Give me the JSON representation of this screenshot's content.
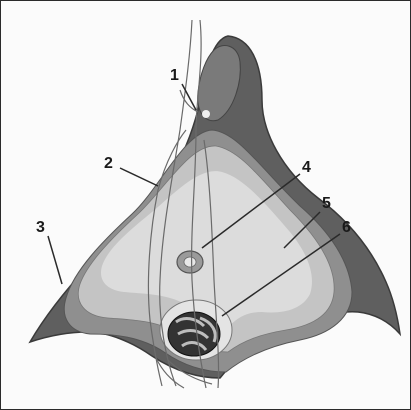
{
  "labels": {
    "l1": "1",
    "l2": "2",
    "l3": "3",
    "l4": "4",
    "l5": "5",
    "l6": "6"
  },
  "colors": {
    "outer": "#5f5f5f",
    "mid": "#8f8f8f",
    "inner": "#c4c4c4",
    "innermost": "#dcdcdc",
    "nerve": "#6a6a6a",
    "leader": "#2a2a2a"
  }
}
